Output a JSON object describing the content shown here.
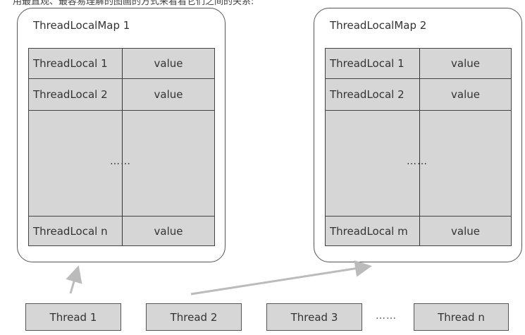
{
  "top_text": "用最直观、最容易理解的图画的方式来看看它们之间的关系:",
  "maps": [
    {
      "title": "ThreadLocalMap 1",
      "rows": [
        {
          "key": "ThreadLocal 1",
          "value": "value"
        },
        {
          "key": "ThreadLocal 2",
          "value": "value"
        },
        {
          "key": "ThreadLocal n",
          "value": "value"
        }
      ],
      "ellipsis": "……"
    },
    {
      "title": "ThreadLocalMap 2",
      "rows": [
        {
          "key": "ThreadLocal 1",
          "value": "value"
        },
        {
          "key": "ThreadLocal 2",
          "value": "value"
        },
        {
          "key": "ThreadLocal m",
          "value": "value"
        }
      ],
      "ellipsis": "……"
    }
  ],
  "threads": [
    "Thread 1",
    "Thread 2",
    "Thread 3",
    "Thread n"
  ],
  "threads_ellipsis": "……",
  "colors": {
    "cell_fill": "#d6d6d6",
    "border": "#444444",
    "arrow": "#bbbbbb"
  }
}
